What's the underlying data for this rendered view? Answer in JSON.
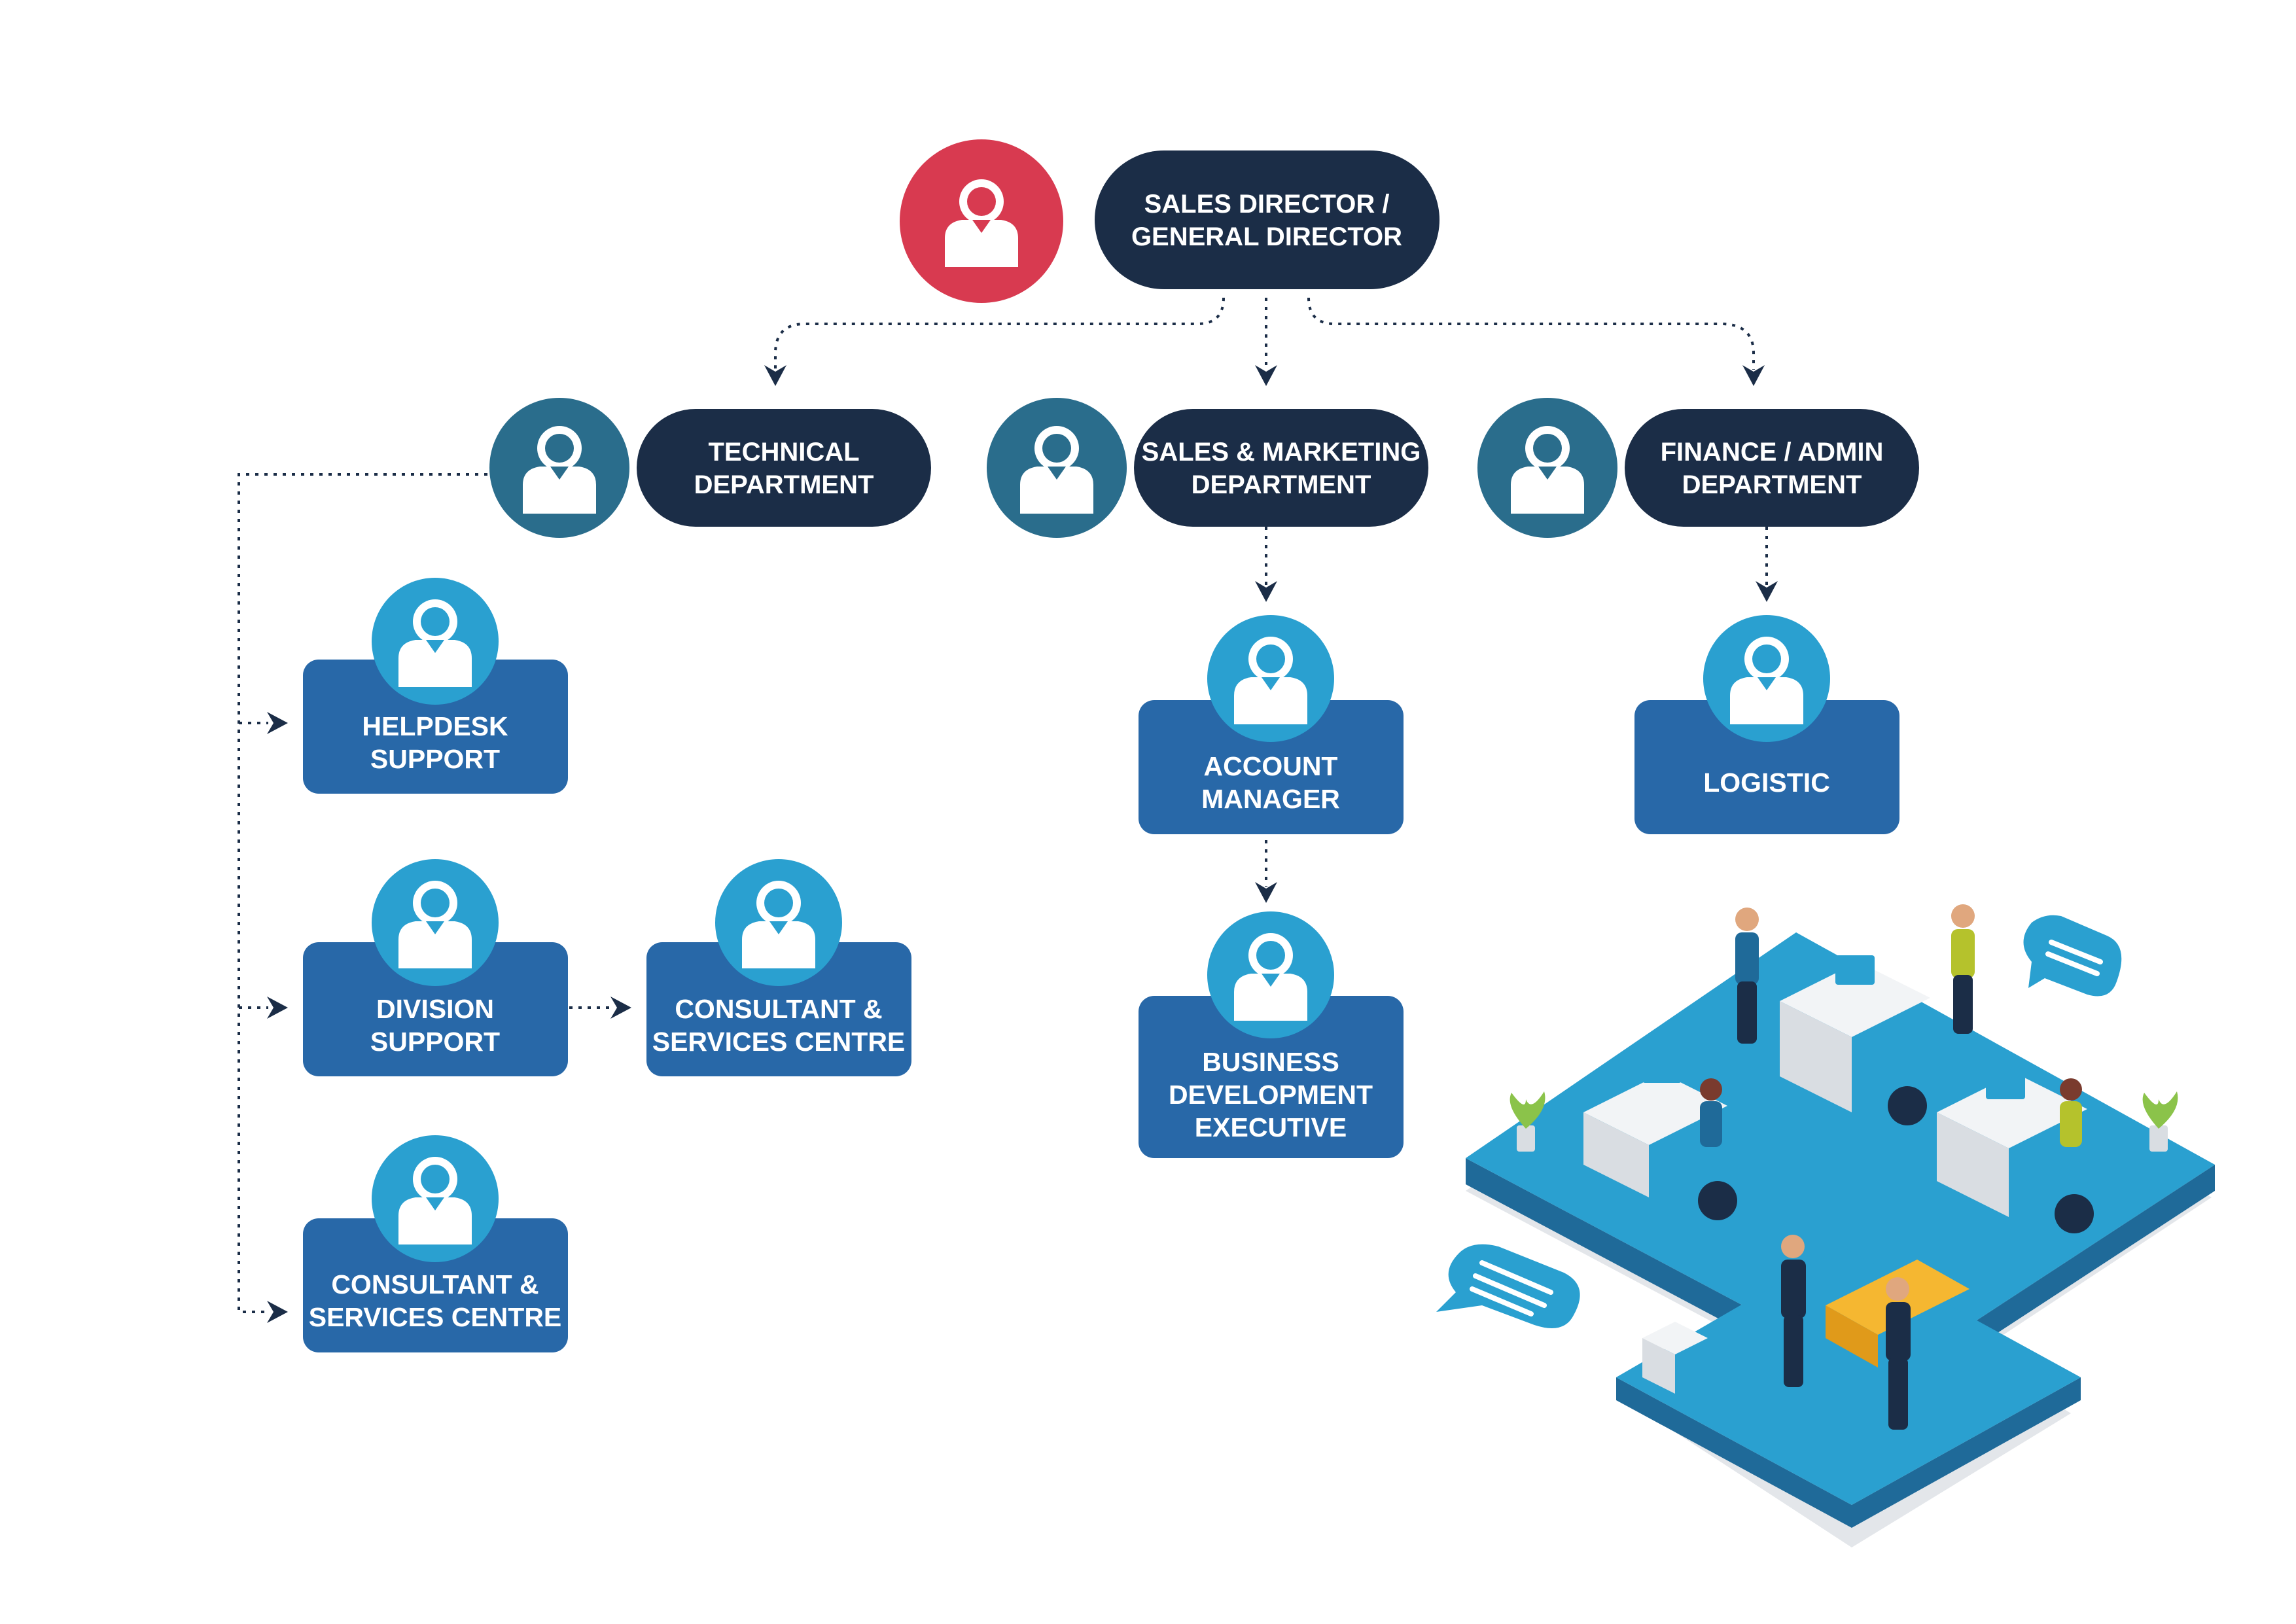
{
  "colors": {
    "director_circle": "#d83a50",
    "dept_circle": "#2a6d8c",
    "pill": "#1b2d47",
    "box": "#2868a8",
    "box_circle": "#2aa0d0",
    "connector": "#1b2d47"
  },
  "icons": {
    "person": "person-icon",
    "speech": "speech-bubble-icon"
  },
  "director": {
    "lines": [
      "SALES DIRECTOR /",
      "GENERAL DIRECTOR"
    ]
  },
  "departments": [
    {
      "id": "technical",
      "lines": [
        "TECHNICAL",
        "DEPARTMENT"
      ]
    },
    {
      "id": "sales-marketing",
      "lines": [
        "SALES & MARKETING",
        "DEPARTMENT"
      ]
    },
    {
      "id": "finance-admin",
      "lines": [
        "FINANCE / ADMIN",
        "DEPARTMENT"
      ]
    }
  ],
  "roles": [
    {
      "id": "helpdesk-support",
      "lines": [
        "HELPDESK",
        "SUPPORT"
      ]
    },
    {
      "id": "division-support",
      "lines": [
        "DIVISION",
        "SUPPORT"
      ]
    },
    {
      "id": "consultant-services-centre-right",
      "lines": [
        "CONSULTANT &",
        "SERVICES CENTRE"
      ]
    },
    {
      "id": "consultant-services-centre-bottom",
      "lines": [
        "CONSULTANT &",
        "SERVICES CENTRE"
      ]
    },
    {
      "id": "account-manager",
      "lines": [
        "ACCOUNT",
        "MANAGER"
      ]
    },
    {
      "id": "business-development-executive",
      "lines": [
        "BUSINESS",
        "DEVELOPMENT",
        "EXECUTIVE"
      ]
    },
    {
      "id": "logistic",
      "lines": [
        "LOGISTIC"
      ]
    }
  ]
}
